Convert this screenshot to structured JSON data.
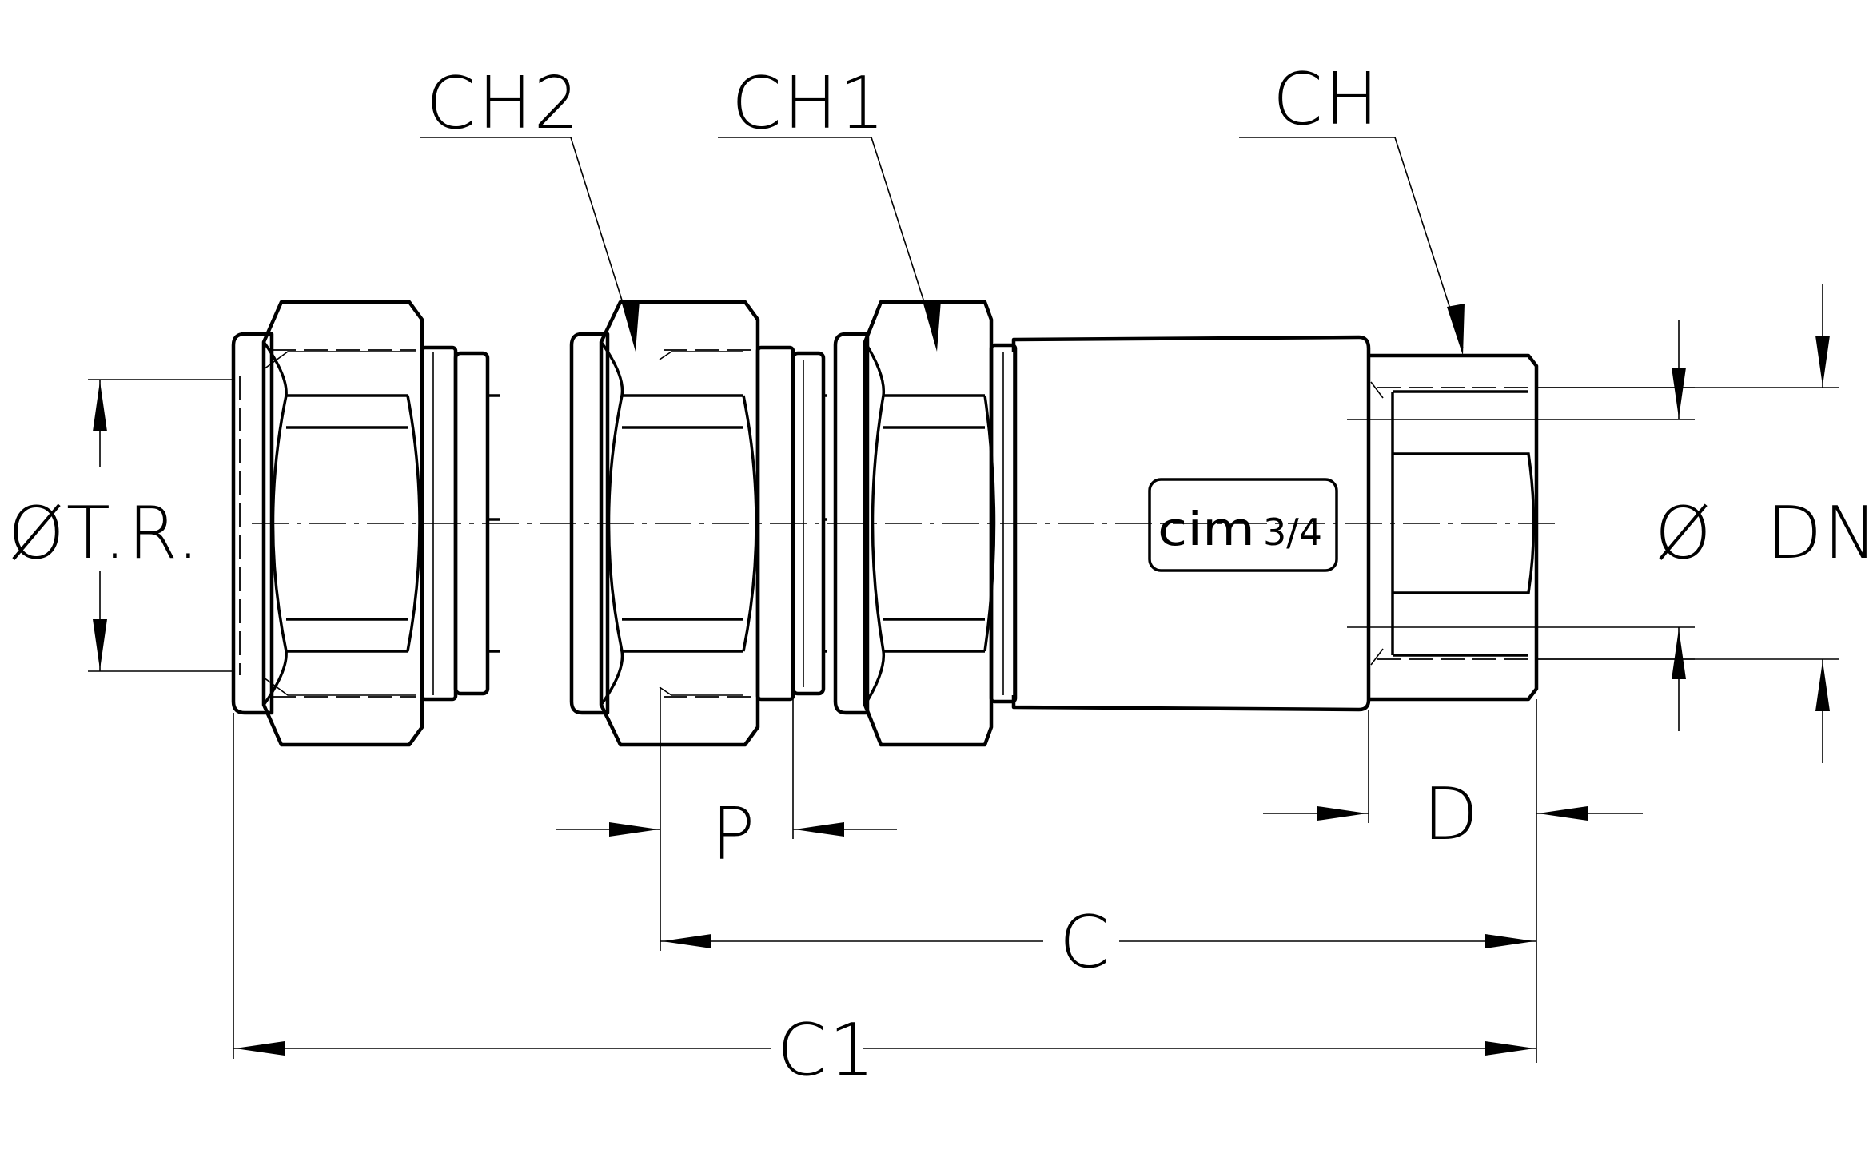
{
  "labels": {
    "ch2": "CH2",
    "ch1": "CH1",
    "ch": "CH",
    "tube_diameter": "ØT.R.",
    "bore_diameter": "Ø",
    "nominal_diameter": "DN",
    "p": "P",
    "d": "D",
    "c": "C",
    "c1": "C1"
  },
  "brand_stamp": {
    "logo": "cim",
    "size": "3/4"
  }
}
